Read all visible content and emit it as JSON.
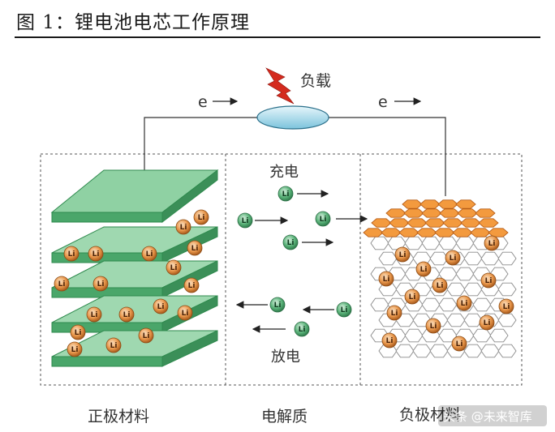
{
  "figure_title": "图 1：锂电池电芯工作原理",
  "labels": {
    "load": "负载",
    "electron_left": "e",
    "electron_right": "e",
    "charge": "充电",
    "discharge": "放电",
    "cathode": "正极材料",
    "electrolyte": "电解质",
    "anode": "负极材料",
    "ion_symbol": "Li"
  },
  "watermark": "头条 @未来智库",
  "colors": {
    "cathode_plate_top": "#9fd8b0",
    "cathode_plate_edge": "#2f8a4e",
    "anode_hex": "#f39a3e",
    "ion_green": "#5bb37a",
    "ion_orange": "#e8964a",
    "load_fill": "#bfe3f0",
    "bolt": "#d42a1e"
  }
}
